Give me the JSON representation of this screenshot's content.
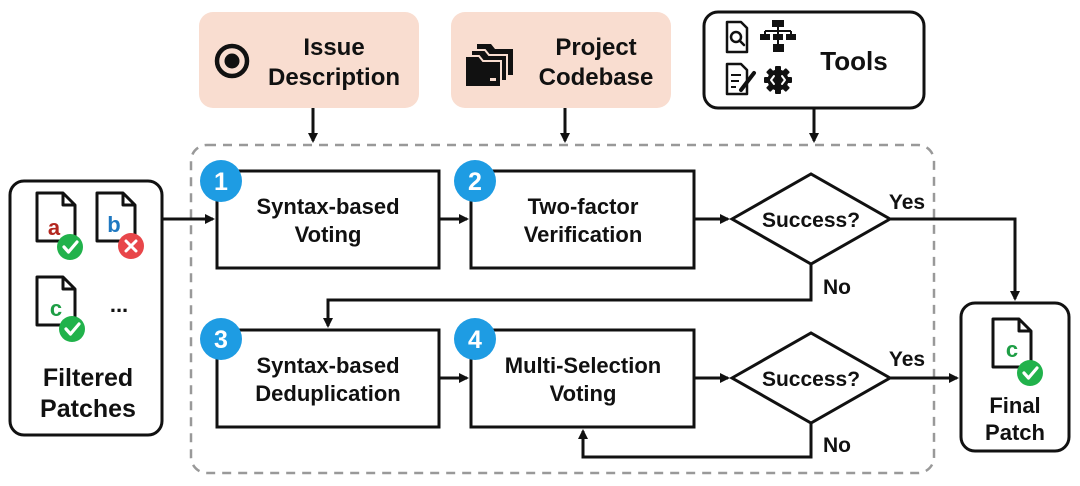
{
  "inputs": {
    "issue_line1": "Issue",
    "issue_line2": "Description",
    "codebase_line1": "Project",
    "codebase_line2": "Codebase",
    "tools": "Tools"
  },
  "filtered": {
    "line1": "Filtered",
    "line2": "Patches",
    "patch_a": "a",
    "patch_b": "b",
    "patch_c": "c",
    "ellipsis": "..."
  },
  "steps": [
    {
      "number": "1",
      "line1": "Syntax-based",
      "line2": "Voting"
    },
    {
      "number": "2",
      "line1": "Two-factor",
      "line2": "Verification"
    },
    {
      "number": "3",
      "line1": "Syntax-based",
      "line2": "Deduplication"
    },
    {
      "number": "4",
      "line1": "Multi-Selection",
      "line2": "Voting"
    }
  ],
  "decisions": [
    {
      "label": "Success?",
      "yes": "Yes",
      "no": "No"
    },
    {
      "label": "Success?",
      "yes": "Yes",
      "no": "No"
    }
  ],
  "final": {
    "line1": "Final",
    "line2": "Patch",
    "patch": "c"
  },
  "colors": {
    "input_fill": "#f9ddd0",
    "badge_blue": "#1e9ce3",
    "check_green": "#21b24b",
    "cross_red": "#e8464a",
    "letter_red": "#b3261e",
    "letter_blue": "#1f78c1",
    "letter_green": "#1e9e45"
  }
}
